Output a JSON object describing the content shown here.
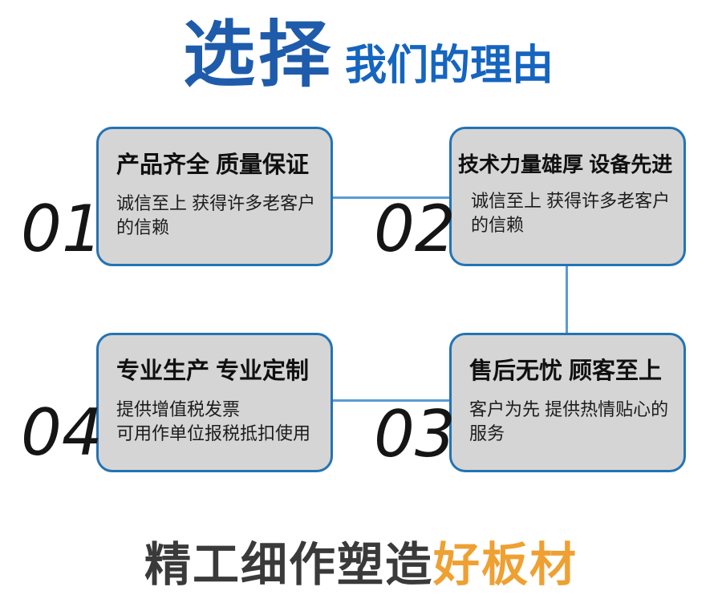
{
  "title": {
    "highlight": "选择",
    "rest": "我们的理由"
  },
  "cards": [
    {
      "number": "01",
      "title": "产品齐全 质量保证",
      "desc_line1": "诚信至上 获得许多老客户",
      "desc_line2": "的信赖"
    },
    {
      "number": "02",
      "title": "技术力量雄厚 设备先进",
      "desc_line1": "诚信至上 获得许多老客户",
      "desc_line2": "的信赖"
    },
    {
      "number": "04",
      "title": "专业生产 专业定制",
      "desc_line1": "提供增值税发票",
      "desc_line2": "可用作单位报税抵扣使用"
    },
    {
      "number": "03",
      "title": "售后无忧 顾客至上",
      "desc_line1": "客户为先 提供热情贴心的",
      "desc_line2": "服务"
    }
  ],
  "footer": {
    "normal": "精工细作塑造",
    "highlight": "好板材"
  },
  "colors": {
    "title_blue_big": "#1e5bab",
    "title_blue_small": "#1565c0",
    "card_border_blue": "#2373b4",
    "connector_blue": "#5b9bd5",
    "card_background": "#d5d5d6",
    "number_black": "#151515",
    "footer_dark": "#3a3a3a",
    "footer_orange": "#efa032"
  }
}
